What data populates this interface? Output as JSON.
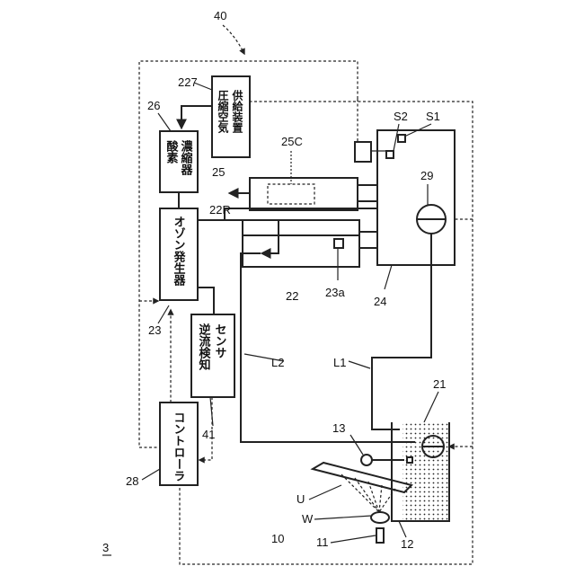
{
  "figure_label": "3",
  "system_ref": "40",
  "components": {
    "compressed_air": {
      "ref": "227",
      "line1": "圧縮空気",
      "line2": "供給装置"
    },
    "oxygen_concentrator": {
      "ref": "26",
      "line1": "酸素",
      "line2": "濃縮器"
    },
    "ozone_generator": {
      "ref": "23",
      "line1": "オゾン発生器"
    },
    "backflow_sensor": {
      "ref": "41",
      "line1": "逆流検知",
      "line2": "センサ"
    },
    "controller": {
      "ref": "28",
      "line1": "コントローラ"
    },
    "unit_25": {
      "ref": "25",
      "inner_ref": "25C"
    },
    "unit_22": {
      "ref": "22",
      "inlet_ref": "22R",
      "sensor_ref": "23a"
    },
    "tank_24": {
      "ref": "24",
      "pump_ref": "29",
      "sensor_s2": "S2",
      "sensor_s1": "S1"
    },
    "tank_21": {
      "ref": "21"
    },
    "valve_13": {
      "ref": "13"
    },
    "washer": {
      "ref": "10",
      "nozzle_ref": "11",
      "basin_ref": "12",
      "user_ref": "U",
      "water_ref": "W"
    }
  },
  "lines": {
    "l1": "L1",
    "l2": "L2"
  }
}
